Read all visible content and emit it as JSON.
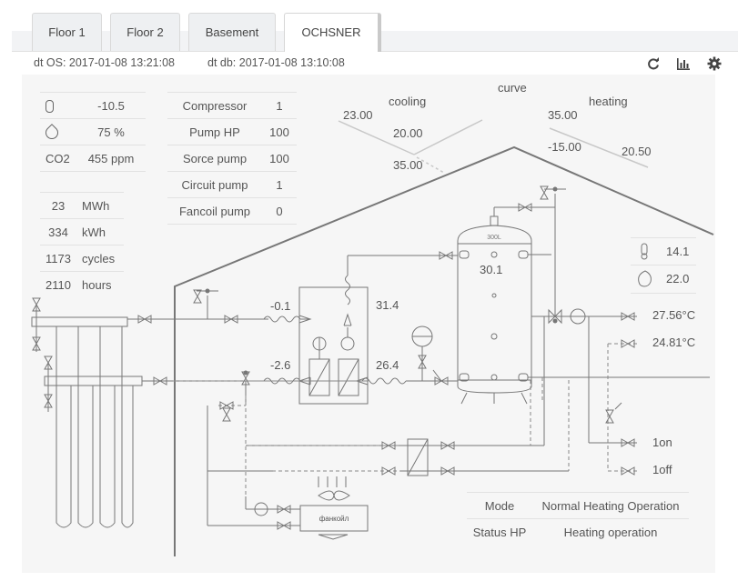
{
  "tabs": [
    {
      "label": "Floor 1"
    },
    {
      "label": "Floor 2"
    },
    {
      "label": "Basement"
    },
    {
      "label": "OCHSNER"
    }
  ],
  "header": {
    "dt_os": "dt OS: 2017-01-08 13:21:08",
    "dt_db": "dt db: 2017-01-08 13:10:08",
    "icons": [
      "refresh-icon",
      "bar-chart-icon",
      "gear-icon"
    ]
  },
  "env": {
    "temperature": "-10.5",
    "humidity": "75 %",
    "co2_label": "CO2",
    "co2_value": "455 ppm"
  },
  "energy": [
    {
      "value": "23",
      "unit": "MWh"
    },
    {
      "value": "334",
      "unit": "kWh"
    },
    {
      "value": "1173",
      "unit": "cycles"
    },
    {
      "value": "2110",
      "unit": "hours"
    }
  ],
  "pumps": [
    {
      "label": "Compressor",
      "value": "1"
    },
    {
      "label": "Pump HP",
      "value": "100"
    },
    {
      "label": "Sorce pump",
      "value": "100"
    },
    {
      "label": "Circuit pump",
      "value": "1"
    },
    {
      "label": "Fancoil pump",
      "value": "0"
    }
  ],
  "curve": {
    "title": "curve",
    "cooling_label": "cooling",
    "heating_label": "heating",
    "cooling_left": "23.00",
    "cooling_mid": "20.00",
    "cooling_bottom": "35.00",
    "heating_left_top": "35.00",
    "heating_left_bottom": "-15.00",
    "heating_right": "20.50"
  },
  "schematic": {
    "tank_label": "300L",
    "tank_temp": "30.1",
    "source_in": "-0.1",
    "source_out": "-2.6",
    "hp_out": "31.4",
    "hp_in": "26.4",
    "room_temp": "14.1",
    "room_humidity": "22.0",
    "supply_temp": "27.56°C",
    "return_temp": "24.81°C",
    "valve_on": "1on",
    "valve_off": "1off",
    "fancoil_label": "фанкойл"
  },
  "status": {
    "mode_label": "Mode",
    "mode_value": "Normal Heating Operation",
    "hp_label": "Status HP",
    "hp_value": "Heating operation"
  },
  "colors": {
    "line": "#777777",
    "light_line": "#cfcfcf",
    "accent_text": "#555555"
  }
}
